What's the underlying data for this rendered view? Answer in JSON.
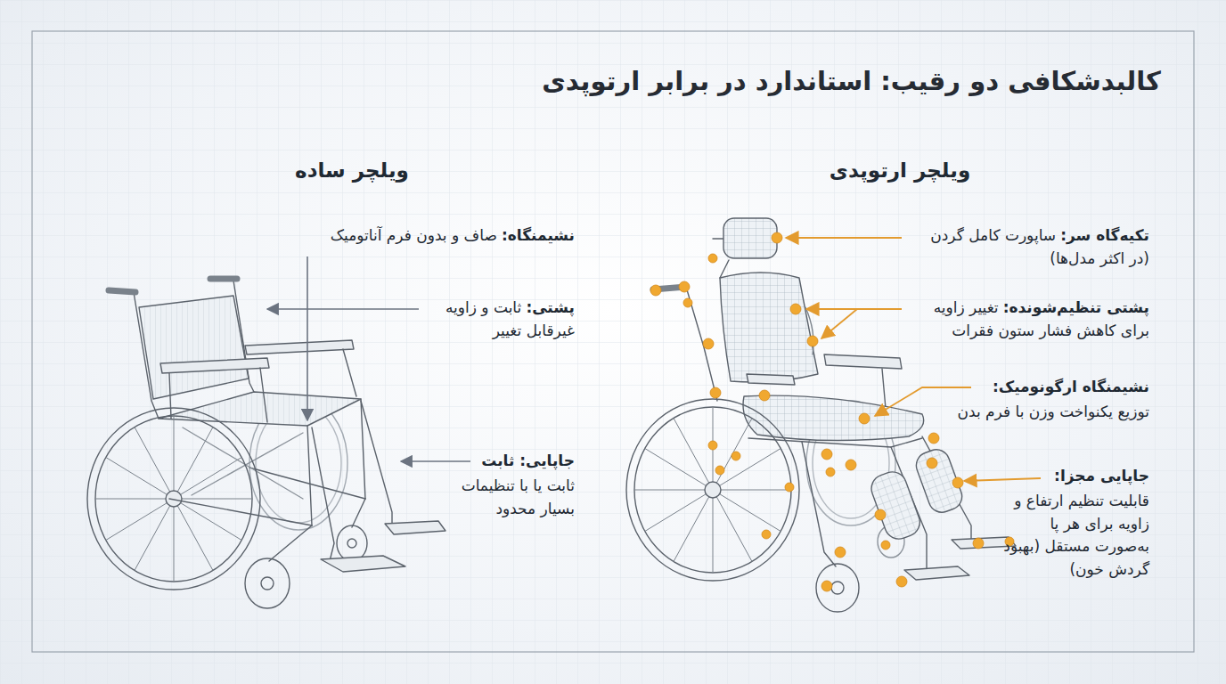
{
  "diagram": {
    "title": "کالبدشکافی دو رقیب: استاندارد در برابر ارتوپدی",
    "labels": [
      "ویلچر ارتوپدی",
      "تکیه‌گاه سر:",
      "ساپورت کامل گردن (در اکثر مدل‌ها)",
      "پشتی تنظیم‌شونده:",
      "تغییر زاویه برای کاهش فشار ستون فقرات",
      "نشیمنگاه ارگونومیک:",
      "توزیع یکنواخت وزن با فرم بدن",
      "جاپایی مجزا:",
      "قابلیت تنظیم ارتفاع و زاویه برای هر پا به‌صورت مستقل (بهبود گردش خون)",
      "ویلچر ساده",
      "نشیمنگاه:",
      "صاف و بدون فرم آناتومیک",
      "پشتی:",
      "ثابت و زاویه غیرقابل تغییر",
      "جاپایی: ثابت",
      "ثابت یا با تنظیمات بسیار محدود"
    ]
  }
}
